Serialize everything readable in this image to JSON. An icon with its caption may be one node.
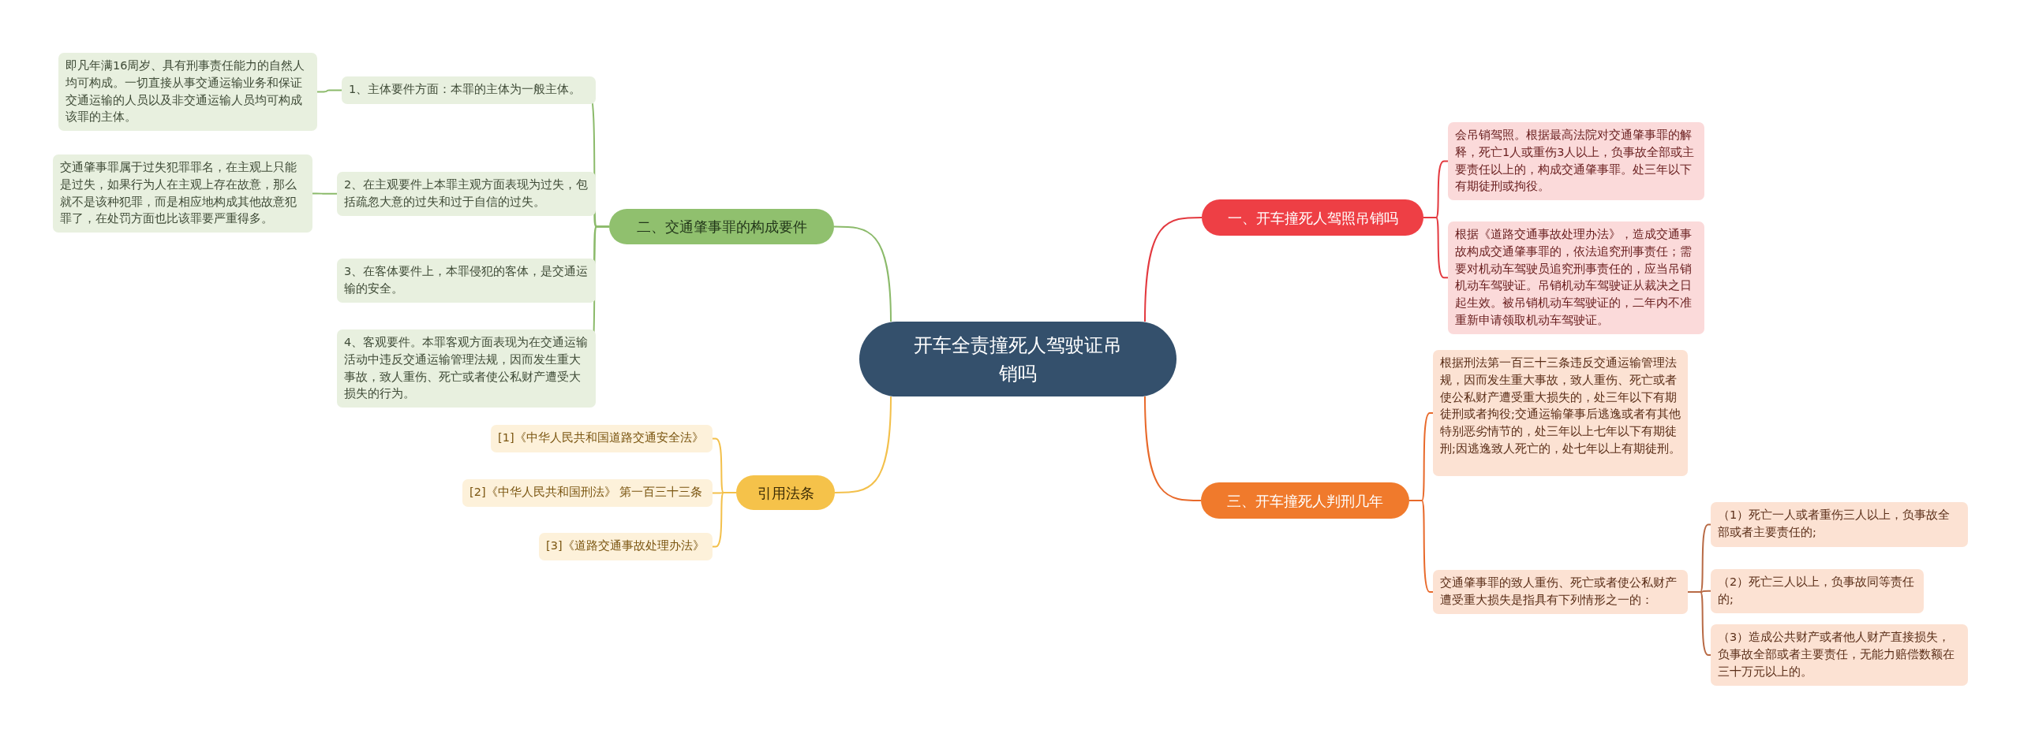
{
  "diagram": {
    "nodes": [
      {
        "text": [
          "开车全责撞死人驾驶证吊销吗"
        ]
      },
      {
        "text": [
          "二、交通肇事罪的构成要件"
        ]
      },
      {
        "text": [
          "1、主体要件方面：本罪的主体为一般主体。"
        ]
      },
      {
        "text": [
          "2、在主观要件上本罪主观方面表现为过失，包括疏忽大意的过失和过于自信的过失。"
        ]
      },
      {
        "text": [
          "3、在客体要件上，本罪侵犯的客体，是交通运输的安全。"
        ]
      },
      {
        "text": [
          "4、客观要件。本罪客观方面表现为在交通运输活动中违反交通运输管理法规，因而发生重大事故，致人重伤、死亡或者使公私财产遭受大损失的行为。"
        ]
      },
      {
        "text": [
          "即凡年满16周岁、具有刑事责任能力的自然人均可构成。一切直接从事交通运输业务和保证交通运输的人员以及非交通运输人员均可构成该罪的主体。"
        ]
      },
      {
        "text": [
          "交通肇事罪属于过失犯罪罪名，在主观上只能是过失，如果行为人在主观上存在故意，那么就不是该种犯罪，而是相应地构成其他故意犯罪了，在处罚方面也比该罪要严重得多。"
        ]
      },
      {
        "text": [
          "引用法条"
        ]
      },
      {
        "text": [
          "[1]《中华人民共和国道路交通安全法》"
        ]
      },
      {
        "text": [
          "[2]《中华人民共和国刑法》 第一百三十三条"
        ]
      },
      {
        "text": [
          "[3]《道路交通事故处理办法》"
        ]
      },
      {
        "text": [
          "一、开车撞死人驾照吊销吗"
        ]
      },
      {
        "text": [
          "会吊销驾照。根据最高法院对交通肇事罪的解释，死亡1人或重伤3人以上，负事故全部或主要责任以上的，构成交通肇事罪。处三年以下有期徒刑或拘役。"
        ]
      },
      {
        "text": [
          "根据《道路交通事故处理办法》，造成交通事故构成交通肇事罪的，依法追究刑事责任；需要对机动车驾驶员追究刑事责任的，应当吊销机动车驾驶证。吊销机动车驾驶证从裁决之日起生效。被吊销机动车驾驶证的，二年内不准重新申请领取机动车驾驶证。"
        ]
      },
      {
        "text": [
          "三、开车撞死人判刑几年"
        ]
      },
      {
        "text": [
          "根据刑法第一百三十三条违反交通运输管理法规，因而发生重大事故，致人重伤、死亡或者使公私财产遭受重大损失的，处三年以下有期徒刑或者拘役;交通运输肇事后逃逸或者有其他特别恶劣情节的，处三年以上七年以下有期徒刑;因逃逸致人死亡的，处七年以上有期徒刑。"
        ]
      },
      {
        "text": [
          "交通肇事罪的致人重伤、死亡或者使公私财产遭受重大损失是指具有下列情形之一的："
        ]
      },
      {
        "text": [
          "（1）死亡一人或者重伤三人以上，负事故全部或者主要责任的;"
        ]
      },
      {
        "text": [
          "（2）死亡三人以上，负事故同等责任的;"
        ]
      },
      {
        "text": [
          "（3）造成公共财产或者他人财产直接损失，负事故全部或者主要责任，无能力赔偿数额在三十万元以上的。"
        ]
      }
    ],
    "edges": [
      {
        "from": 0,
        "to": 1,
        "arrow": "none"
      },
      {
        "from": 1,
        "to": 2,
        "arrow": "none"
      },
      {
        "from": 1,
        "to": 3,
        "arrow": "none"
      },
      {
        "from": 1,
        "to": 4,
        "arrow": "none"
      },
      {
        "from": 1,
        "to": 5,
        "arrow": "none"
      },
      {
        "from": 2,
        "to": 6,
        "arrow": "none"
      },
      {
        "from": 3,
        "to": 7,
        "arrow": "none"
      },
      {
        "from": 0,
        "to": 8,
        "arrow": "none",
        "color": "#f3c04b"
      },
      {
        "from": 8,
        "to": 9,
        "arrow": "none",
        "color": "#f3c04b"
      },
      {
        "from": 8,
        "to": 10,
        "arrow": "none",
        "color": "#f3c04b"
      },
      {
        "from": 8,
        "to": 11,
        "arrow": "none",
        "color": "#f3c04b"
      },
      {
        "from": 0,
        "to": 12,
        "arrow": "none",
        "color": "#e3393f"
      },
      {
        "from": 12,
        "to": 13,
        "arrow": "none",
        "color": "#e3393f"
      },
      {
        "from": 12,
        "to": 14,
        "arrow": "none",
        "color": "#e3393f"
      },
      {
        "from": 0,
        "to": 15,
        "arrow": "none",
        "color": "#e8692a"
      },
      {
        "from": 15,
        "to": 16,
        "arrow": "none",
        "color": "#e8692a"
      },
      {
        "from": 15,
        "to": 17,
        "arrow": "none",
        "color": "#e8692a"
      },
      {
        "from": 17,
        "to": 18,
        "arrow": "none",
        "color": "#b86a45"
      },
      {
        "from": 17,
        "to": 19,
        "arrow": "none",
        "color": "#b86a45"
      },
      {
        "from": 17,
        "to": 20,
        "arrow": "none",
        "color": "#b86a45"
      }
    ]
  }
}
